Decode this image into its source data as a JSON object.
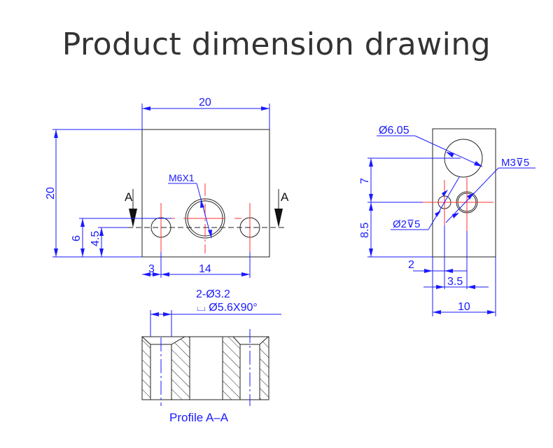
{
  "title": "Product dimension drawing",
  "front_view": {
    "width_dim": "20",
    "height_dim": "20",
    "thread_label": "M6X1",
    "section_marker": "A",
    "dim_6": "6",
    "dim_4_5": "4.5",
    "dim_3": "3",
    "dim_14": "14"
  },
  "side_view": {
    "bore_label": "Ø6.05",
    "m3_label": "M3⊽5",
    "hole2_label": "Ø2⊽5",
    "dim_7": "7",
    "dim_8_5": "8.5",
    "dim_2": "2",
    "dim_3_5": "3.5",
    "dim_10": "10"
  },
  "section_view": {
    "hole_label": "2-Ø3.2",
    "countersink_label": "⌴ Ø5.6X90°",
    "caption": "Profile A–A"
  },
  "colors": {
    "dimension": "#1a1aff",
    "centerline": "#ff3030",
    "outline": "#222222"
  }
}
